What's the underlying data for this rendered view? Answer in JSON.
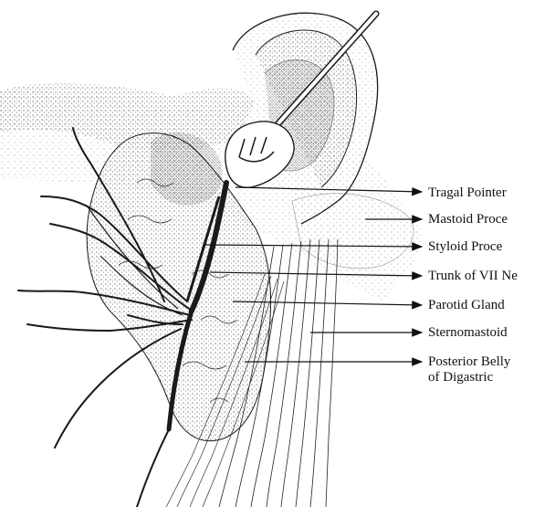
{
  "labels": {
    "tragal_pointer": "Tragal Pointer",
    "mastoid_process": "Mastoid Proce",
    "styloid_process": "Styloid Proce",
    "trunk_vii": "Trunk of VII Ne",
    "parotid_gland": "Parotid Gland",
    "sternomastoid": "Sternomastoid",
    "posterior_belly_line1": "Posterior Belly",
    "posterior_belly_line2": "of Digastric"
  },
  "colors": {
    "ink": "#1a1a1a",
    "stipple": "#555555",
    "background": "#ffffff"
  }
}
